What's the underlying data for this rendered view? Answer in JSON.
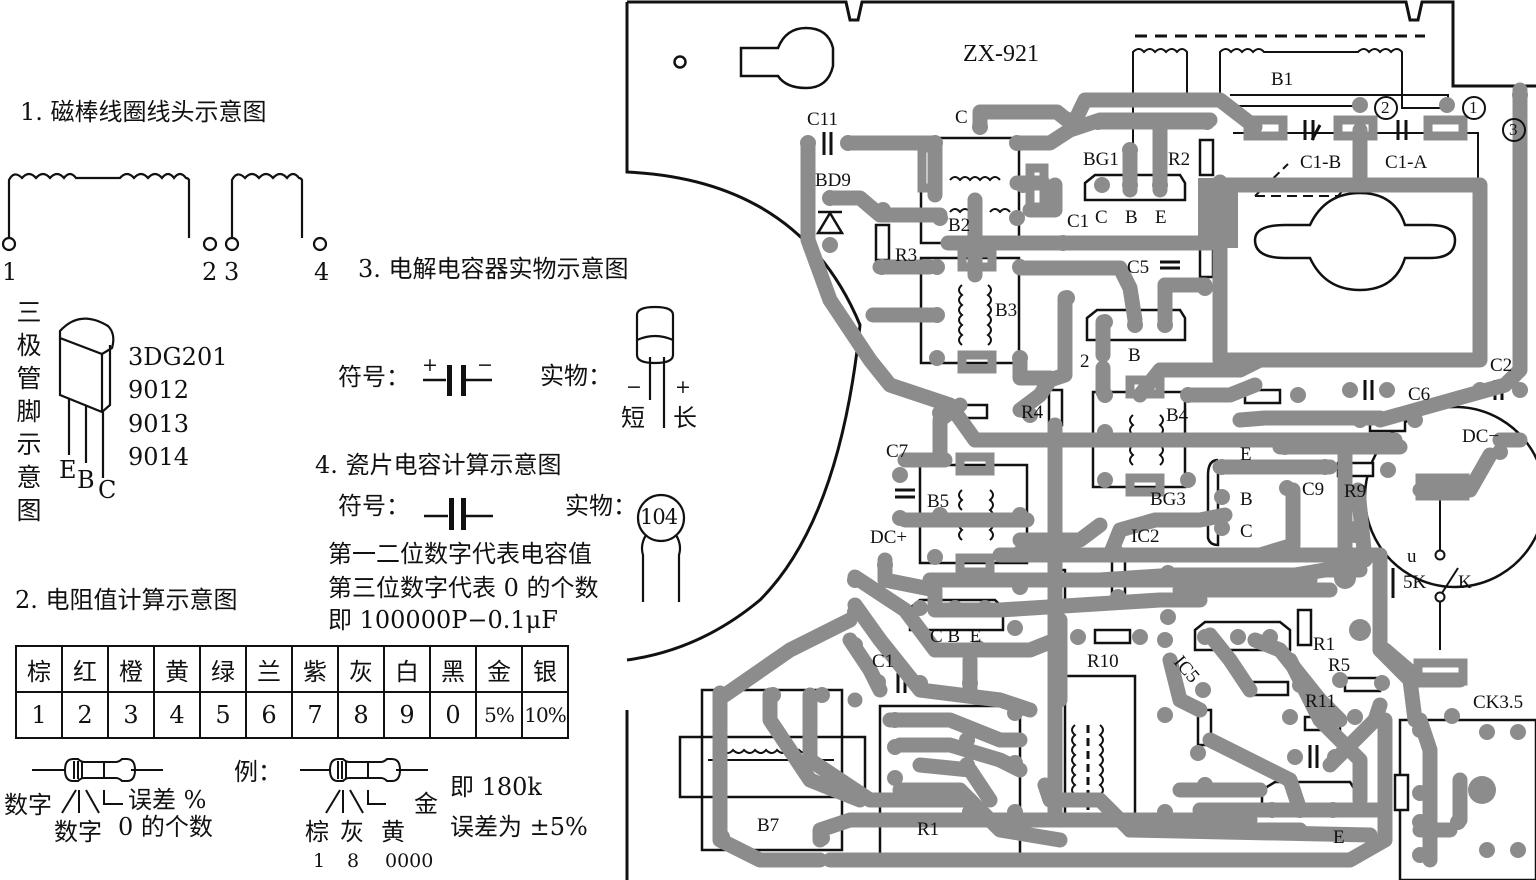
{
  "legend": {
    "coil": {
      "title": "1. 磁棒线圈线头示意图",
      "pins": [
        "1",
        "2",
        "3",
        "4"
      ]
    },
    "transistor": {
      "title_vertical": [
        "三",
        "极",
        "管",
        "脚",
        "示",
        "意",
        "图"
      ],
      "models": [
        "3DG201",
        "9012",
        "9013",
        "9014"
      ],
      "pins": [
        "E",
        "B",
        "C"
      ]
    },
    "electrolytic": {
      "title": "3. 电解电容器实物示意图",
      "symbol_label": "符号：",
      "symbol_plus": "+",
      "symbol_minus": "−",
      "real_label": "实物：",
      "minus": "−",
      "plus": "+",
      "short": "短",
      "long": "长"
    },
    "ceramic": {
      "title": "4. 瓷片电容计算示意图",
      "symbol_label": "符号：",
      "real_label": "实物：",
      "code": "104",
      "line1": "第一二位数字代表电容值",
      "line2": "第三位数字代表 0 的个数",
      "line3": "即 100000P−0.1μF"
    },
    "resistor": {
      "title": "2. 电阻值计算示意图",
      "colors": [
        "棕",
        "红",
        "橙",
        "黄",
        "绿",
        "兰",
        "紫",
        "灰",
        "白",
        "黑",
        "金",
        "银"
      ],
      "values": [
        "1",
        "2",
        "3",
        "4",
        "5",
        "6",
        "7",
        "8",
        "9",
        "0",
        "5%",
        "10%"
      ],
      "generic": {
        "digit1": "数字",
        "digit2": "数字",
        "zeros": "0 的个数",
        "tolerance": "误差 %"
      },
      "example": {
        "label": "例：",
        "bands": [
          "棕",
          "灰",
          "黄"
        ],
        "band_values": [
          "1",
          "8",
          "0000"
        ],
        "tol_band": "金",
        "result": "即 180k",
        "tolerance": "误差为 ±5%"
      }
    }
  },
  "pcb": {
    "model": "ZX-921",
    "labels": {
      "C11": "C11",
      "C": "C",
      "BD9": "BD9",
      "B2": "B2",
      "R3": "R3",
      "C1": "C1",
      "BG1": "BG1",
      "BG1_C": "C",
      "BG1_B": "B",
      "BG1_E": "E",
      "R2": "R2",
      "B1": "B1",
      "C1B": "C1-B",
      "C1A": "C1-A",
      "p1": "1",
      "p2": "2",
      "p3": "3",
      "C5": "C5",
      "B3": "B3",
      "B": "B",
      "n2": "2",
      "R4": "R4",
      "B4": "B4",
      "C6": "C6",
      "C2": "C2",
      "DCm": "DC−",
      "C7": "C7",
      "B5": "B5",
      "E": "E",
      "Bp": "B",
      "Cp": "C",
      "C9": "C9",
      "R9": "R9",
      "BG3": "BG3",
      "IC2": "IC2",
      "DCp": "DC+",
      "u": "u",
      "K5": "5K",
      "K": "K",
      "CBE": "C B  E",
      "C1b": "C1",
      "R10": "R10",
      "IC5": "IC5",
      "R1": "R1",
      "R5": "R5",
      "R11": "R11",
      "CK": "CK3.5",
      "B7": "B7",
      "R1b": "R1",
      "E2": "E"
    },
    "colors": {
      "trace": "#8c8c8c",
      "outline": "#111111"
    }
  }
}
